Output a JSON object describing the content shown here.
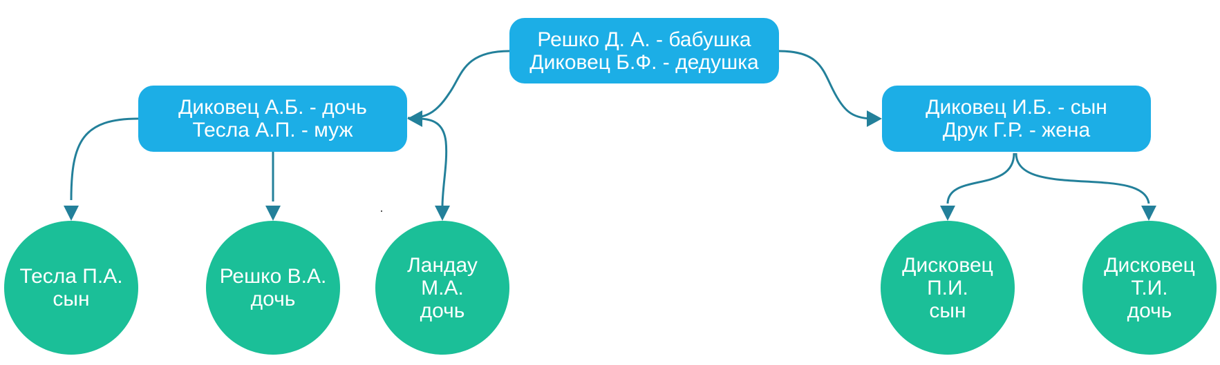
{
  "colors": {
    "couple_box": "#1caee6",
    "child_circle": "#1bbf98",
    "connector": "#23809a",
    "text": "#ffffff"
  },
  "nodes": {
    "grandparents": {
      "line1": "Решко Д. А. - бабушка",
      "line2": "Диковец Б.Ф. - дедушка"
    },
    "daughter_family": {
      "line1": "Диковец А.Б. - дочь",
      "line2": "Тесла А.П. - муж"
    },
    "son_family": {
      "line1": "Диковец И.Б. - сын",
      "line2": "Друк Г.Р. - жена"
    },
    "child_tesla": {
      "line1": "Тесла П.А.",
      "line2": "сын"
    },
    "child_reshko": {
      "line1": "Решко В.А.",
      "line2": "дочь"
    },
    "child_landau": {
      "line1": "Ландау",
      "line2": "М.А.",
      "line3": "дочь"
    },
    "child_diskovets_p": {
      "line1": "Дисковец",
      "line2": "П.И.",
      "line3": "сын"
    },
    "child_diskovets_t": {
      "line1": "Дисковец",
      "line2": "Т.И.",
      "line3": "дочь"
    }
  }
}
